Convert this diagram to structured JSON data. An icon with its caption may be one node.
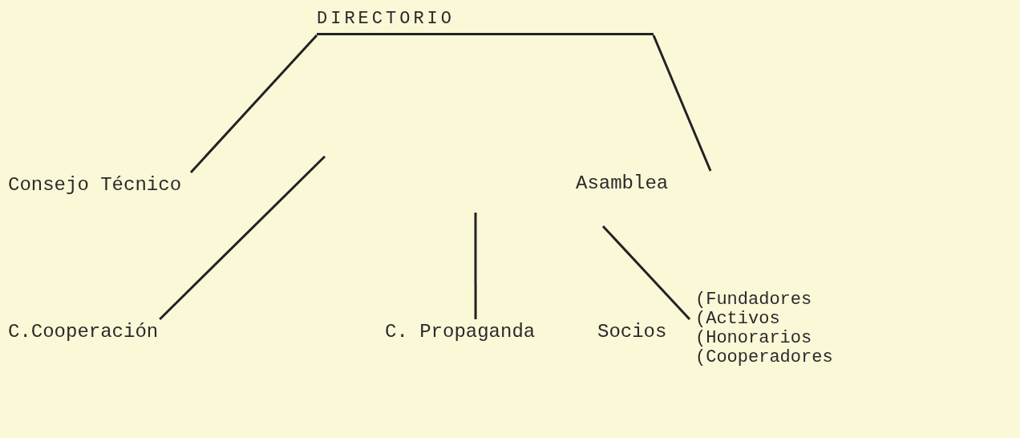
{
  "diagram": {
    "nodes": [
      {
        "text": [
          "DIRECTORIO"
        ]
      },
      {
        "text": [
          "Consejo Técnico"
        ]
      },
      {
        "text": [
          "Asamblea"
        ]
      },
      {
        "text": [
          "C.Cooperación"
        ]
      },
      {
        "text": [
          "C. Propaganda"
        ]
      },
      {
        "text": [
          "Socios"
        ],
        "beside": [
          "(Fundadores",
          "(Activos",
          "(Honorarios",
          "(Cooperadores"
        ]
      }
    ],
    "edges": [
      {
        "from": 0,
        "to": 1,
        "arrow": "none"
      },
      {
        "from": 0,
        "to": 2,
        "arrow": "none"
      },
      {
        "from": null,
        "to": 3,
        "arrow": "none"
      },
      {
        "from": null,
        "to": 4,
        "arrow": "none"
      },
      {
        "from": null,
        "to": 5,
        "arrow": "none"
      }
    ]
  }
}
